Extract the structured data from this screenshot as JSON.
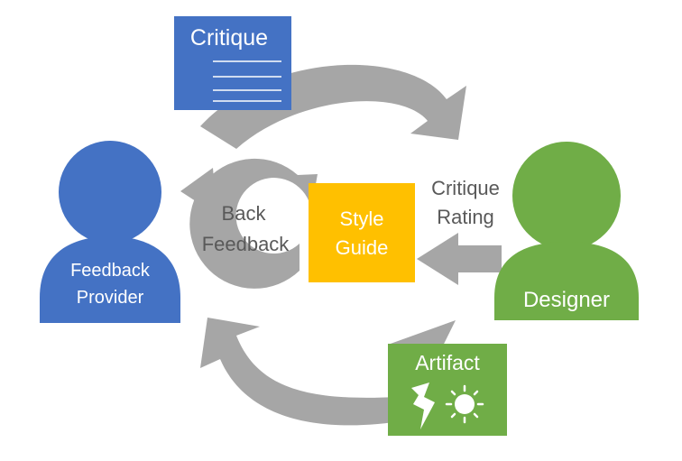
{
  "nodes": {
    "critique_doc": {
      "label": "Critique"
    },
    "feedback_provider": {
      "label_line1": "Feedback",
      "label_line2": "Provider"
    },
    "designer": {
      "label": "Designer"
    },
    "style_guide": {
      "label_line1": "Style",
      "label_line2": "Guide"
    },
    "artifact": {
      "label": "Artifact"
    }
  },
  "flows": {
    "back_feedback": {
      "line1": "Back",
      "line2": "Feedback"
    },
    "critique_rating": {
      "line1": "Critique",
      "line2": "Rating"
    }
  },
  "colors": {
    "blue": "#4472C4",
    "green": "#70AD47",
    "yellow": "#FFC000",
    "arrow_gray": "#A6A6A6",
    "text_gray": "#595959",
    "white": "#FFFFFF"
  },
  "icons": {
    "document_lines": "document-lines-icon",
    "lightning": "lightning-icon",
    "sun": "sun-icon"
  }
}
